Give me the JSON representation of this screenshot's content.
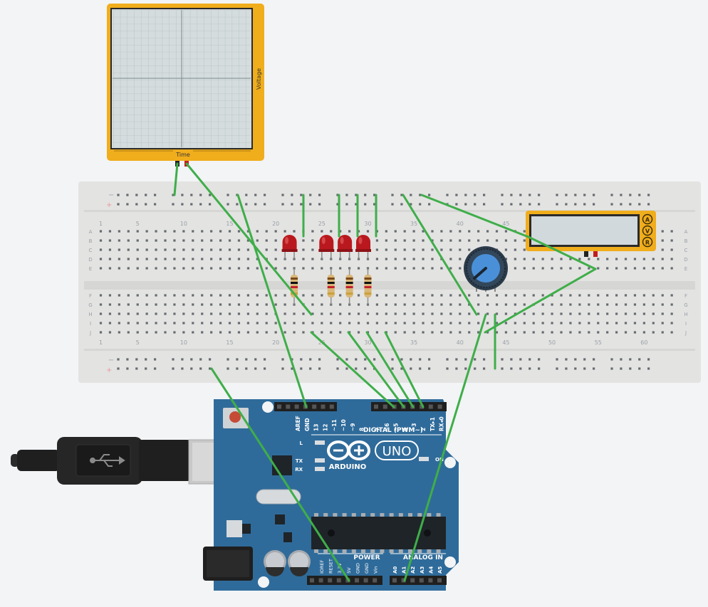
{
  "oscilloscope": {
    "x_axis_label": "Time",
    "y_axis_label": "Voltage"
  },
  "multimeter": {
    "mode_buttons": [
      "A",
      "V",
      "R"
    ]
  },
  "breadboard": {
    "column_numbers": [
      "1",
      "5",
      "10",
      "15",
      "20",
      "25",
      "30",
      "35",
      "40",
      "45",
      "50",
      "55",
      "60"
    ],
    "row_letters_top": [
      "A",
      "B",
      "C",
      "D",
      "E"
    ],
    "row_letters_bottom": [
      "F",
      "G",
      "H",
      "I",
      "J"
    ],
    "rail_minus": "−",
    "rail_plus": "+"
  },
  "arduino": {
    "brand": "ARDUINO",
    "model": "UNO",
    "digital_header_label": "DIGITAL (PWM~)",
    "digital_pins": [
      "AREF",
      "GND",
      "13",
      "12",
      "~11",
      "~10",
      "~9",
      "8",
      "7",
      "~6",
      "~5",
      "4",
      "~3",
      "2",
      "TX▸1",
      "RX◂0"
    ],
    "led_labels": [
      "L",
      "TX",
      "RX",
      "ON"
    ],
    "power_label": "POWER",
    "power_pins": [
      "IOREF",
      "RESET",
      "3.3V",
      "5V",
      "GND",
      "GND",
      "Vin"
    ],
    "analog_label": "ANALOG IN",
    "analog_pins": [
      "A0",
      "A1",
      "A2",
      "A3",
      "A4",
      "A5"
    ]
  },
  "colors": {
    "wire": "#3fae49",
    "board": "#2f6b9a",
    "instrument_frame": "#f0ad1c",
    "led_red": "#b9191e"
  }
}
